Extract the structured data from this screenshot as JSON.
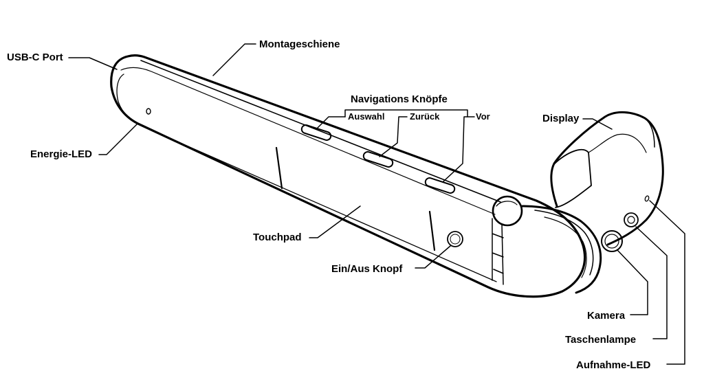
{
  "labels": {
    "usb_c_port": "USB-C Port",
    "montageschiene": "Montageschiene",
    "navigations_knoepfe": "Navigations Knöpfe",
    "auswahl": "Auswahl",
    "zurueck": "Zurück",
    "vor": "Vor",
    "display": "Display",
    "energie_led": "Energie-LED",
    "touchpad": "Touchpad",
    "ein_aus_knopf": "Ein/Aus Knopf",
    "kamera": "Kamera",
    "taschenlampe": "Taschenlampe",
    "aufnahme_led": "Aufnahme-LED"
  },
  "colors": {
    "ink": "#000000",
    "paper": "#ffffff"
  }
}
